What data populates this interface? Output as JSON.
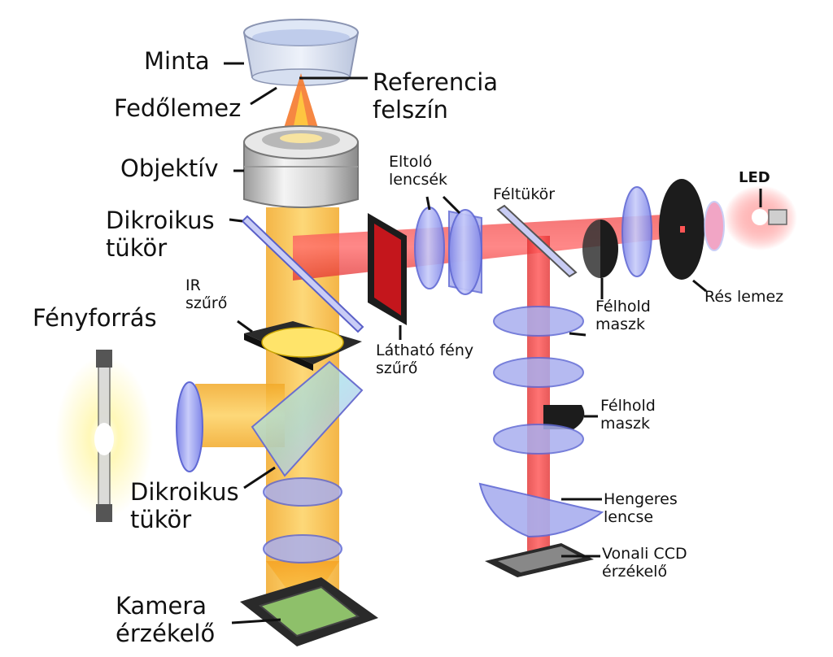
{
  "labels": {
    "minta": "Minta",
    "fedolemez": "Fedőlemez",
    "referencia": [
      "Referencia",
      "felszín"
    ],
    "objektiv": "Objektív",
    "dikroikus_top": [
      "Dikroikus",
      "tükör"
    ],
    "ir_szuro": [
      "IR",
      "szűrő"
    ],
    "fenyforras": "Fényforrás",
    "dikroikus_bottom": [
      "Dikroikus",
      "tükör"
    ],
    "kamera": [
      "Kamera",
      "érzékelő"
    ],
    "eltolo": [
      "Eltoló",
      "lencsék"
    ],
    "feltukor": "Féltükör",
    "led": "LED",
    "res_lemez": "Rés lemez",
    "felhold_1": [
      "Félhold",
      "maszk"
    ],
    "lathato": [
      "Látható fény",
      "szűrő"
    ],
    "felhold_2": [
      "Félhold",
      "maszk"
    ],
    "hengeres": [
      "Hengeres",
      "lencse"
    ],
    "vonali": [
      "Vonali CCD",
      "érzékelő"
    ]
  },
  "colors": {
    "visible_beam": "#f6b431",
    "red_beam": "#ee2a2a",
    "lens_blue": "#8e98ee",
    "mirror_edge": "#6b6fcf",
    "filter_red": "#c4161c",
    "mask_black": "#1c1c1c",
    "sensor_green": "#8ec06a"
  }
}
